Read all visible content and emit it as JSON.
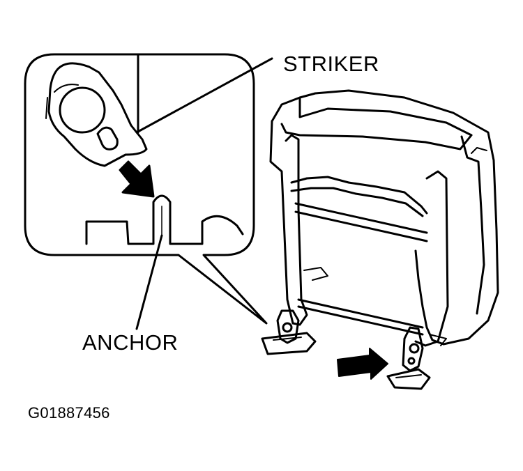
{
  "labels": {
    "striker": "STRIKER",
    "anchor": "ANCHOR",
    "figure_id": "G01887456"
  },
  "icons": {
    "direction_arrow": "arrow-right-icon"
  },
  "colors": {
    "ink": "#000000",
    "paper": "#ffffff"
  }
}
